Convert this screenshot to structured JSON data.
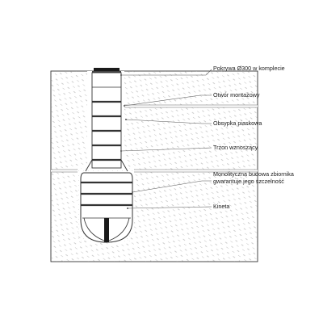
{
  "diagram": {
    "labels": {
      "cover": "Pokrywa Ø300 w komplecie",
      "opening": "Otwór montażowy",
      "sand_bedding": "Obsypka piaskowa",
      "riser": "Trzon wznoszący",
      "body_line1": "Monolityczna budowa zbiornika",
      "body_line2": "gwarantuje jego szczelność",
      "kineta": "Kineta"
    }
  }
}
